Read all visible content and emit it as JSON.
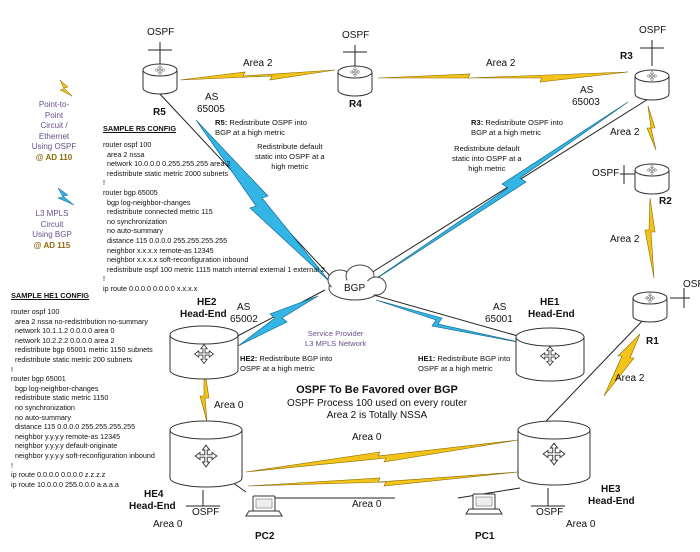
{
  "legend": {
    "p2p_line1": "Point-to-",
    "p2p_line2": "Point",
    "p2p_line3": "Circuit /",
    "p2p_line4": "Ethernet",
    "p2p_line5": "Using OSPF",
    "p2p_ad": "@ AD 110",
    "mpls_line1": "L3 MPLS",
    "mpls_line2": "Circuit",
    "mpls_line3": "Using BGP",
    "mpls_ad": "@ AD 115"
  },
  "routers": {
    "r5": "R5",
    "r4": "R4",
    "r3": "R3",
    "r2": "R2",
    "r1": "R1",
    "he2": "HE2",
    "he2_sub": "Head-End",
    "he1": "HE1",
    "he1_sub": "Head-End",
    "he4": "HE4",
    "he4_sub": "Head-End",
    "he3": "HE3",
    "he3_sub": "Head-End",
    "pc1": "PC1",
    "pc2": "PC2"
  },
  "ospf_labels": [
    "OSPF",
    "OSPF",
    "OSPF",
    "OSPF",
    "OSPF",
    "OSPF",
    "OSPF"
  ],
  "areas": {
    "r5_r4": "Area 2",
    "r4_r3": "Area 2",
    "r3_r2": "Area 2",
    "r2_r1": "Area 2",
    "r1_he3": "Area 2",
    "he2_he4": "Area 0",
    "he4_he3_a": "Area 0",
    "he4_he3_b": "Area 0",
    "he4_bottom": "Area 0",
    "he3_bottom": "Area 0"
  },
  "as_labels": {
    "as65005_a": "AS",
    "as65005_b": "65005",
    "as65003_a": "AS",
    "as65003_b": "65003",
    "as65002_a": "AS",
    "as65002_b": "65002",
    "as65001_a": "AS",
    "as65001_b": "65001"
  },
  "bgp_cloud": "BGP",
  "service_provider": {
    "line1": "Service Provider",
    "line2": "L3 MPLS Network"
  },
  "notes": {
    "r5_bold": "R5:",
    "r5_text": " Redistribute OSPF into\nBGP at a high metric",
    "r5_default": "Redistribute default\nstatic into OSPF at a\nhigh metric",
    "r3_bold": "R3:",
    "r3_text": " Redistribute OSPF into\nBGP at a high metric",
    "r3_default": "Redistribute default\nstatic into OSPF at a\nhigh metric",
    "he2_bold": "HE2:",
    "he2_text": " Redistribute BGP into\nOSPF at a high metric",
    "he1_bold": "HE1:",
    "he1_text": " Redistribute BGP into\nOSPF at a high metric"
  },
  "center_text": {
    "title": "OSPF To Be Favored over BGP",
    "line2": "OSPF Process 100 used on every router",
    "line3": "Area 2 is Totally NSSA"
  },
  "r5_config": {
    "title": "SAMPLE R5 CONFIG",
    "body": "router ospf 100\n  area 2 nssa\n  network 10.0.0.0 0.255.255.255 area 2\n  redistribute static metric 2000 subnets\n!\nrouter bgp 65005\n  bgp log-neighbor-changes\n  redistribute connected metric 115\n  no synchronization\n  no auto-summary\n  distance 115 0.0.0.0 255.255.255.255\n  neighbor x.x.x.x remote-as 12345\n  neighbor x.x.x.x soft-reconfiguration inbound\n  redistribute ospf 100 metric 1115 match internal external 1 external 2\n!\nip route 0.0.0.0 0.0.0.0 x.x.x.x"
  },
  "he1_config": {
    "title": "SAMPLE HE1 CONFIG",
    "body": "router ospf 100\n  area 2 nssa no-redistribution no-summary\n  network 10.1.1.2 0.0.0.0 area 0\n  network 10.2.2.2 0.0.0.0 area 2\n  redistribute bgp 65001 metric 1150 subnets\n  redistribute static metric 200 subnets\n!\nrouter bgp 65001\n  bgp log-neighbor-changes\n  redistribute static metric 1150\n  no synchronization\n  no auto-summary\n  distance 115 0.0.0.0 255.255.255.255\n  neighbor y.y.y.y remote-as 12345\n  neighbor y.y.y.y default-originate\n  neighbor y.y.y.y soft-reconfiguration inbound\n!\nip route 0.0.0.0 0.0.0.0 z.z.z.z\nip route 10.0.0.0 255.0.0.0 a.a.a.a"
  },
  "colors": {
    "ospf_link": "#f2c318",
    "mpls_link": "#33b5e5",
    "line": "#222222"
  }
}
